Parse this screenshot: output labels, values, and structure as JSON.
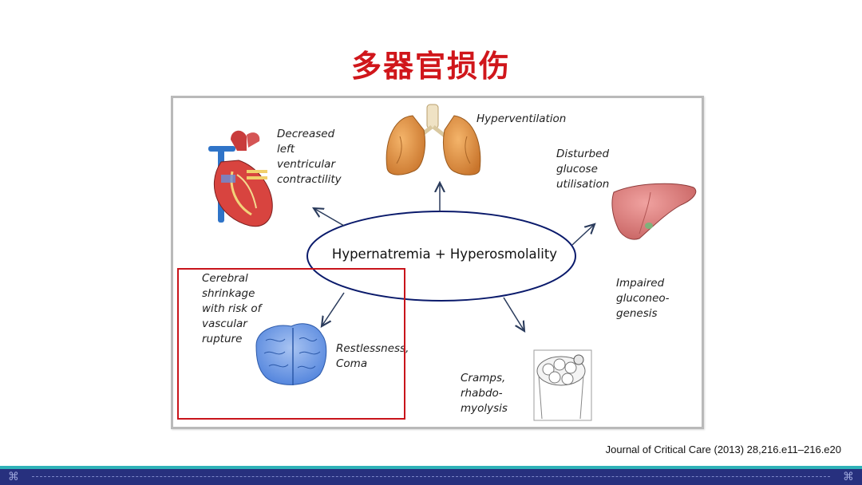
{
  "title": "多器官损伤",
  "center": "Hypernatremia + Hyperosmolality",
  "labels": {
    "heart": "Decreased\nleft\nventricular\ncontractility",
    "lungs": "Hyperventilation",
    "liver_glucose": "Disturbed\nglucose\nutilisation",
    "liver_gluconeo": "Impaired\ngluconeo-\ngenesis",
    "brain_shrinkage": "Cerebral\nshrinkage\nwith risk of\nvascular\nrupture",
    "brain_coma": "Restlessness,\nComa",
    "muscle": "Cramps,\nrhabdo-\nmyolysis"
  },
  "citation": "Journal of Critical Care (2013) 28,216.e11–216.e20",
  "colors": {
    "title": "#d0161b",
    "highlight_box": "#c8141b",
    "footer": "#27307e",
    "footer_accent": "#2fb2b8"
  },
  "icons": {
    "heart": "heart-illustration",
    "lungs": "lungs-illustration",
    "liver": "liver-illustration",
    "brain": "brain-illustration",
    "muscle": "muscle-fiber-illustration",
    "footer_corner": "knot-icon"
  }
}
